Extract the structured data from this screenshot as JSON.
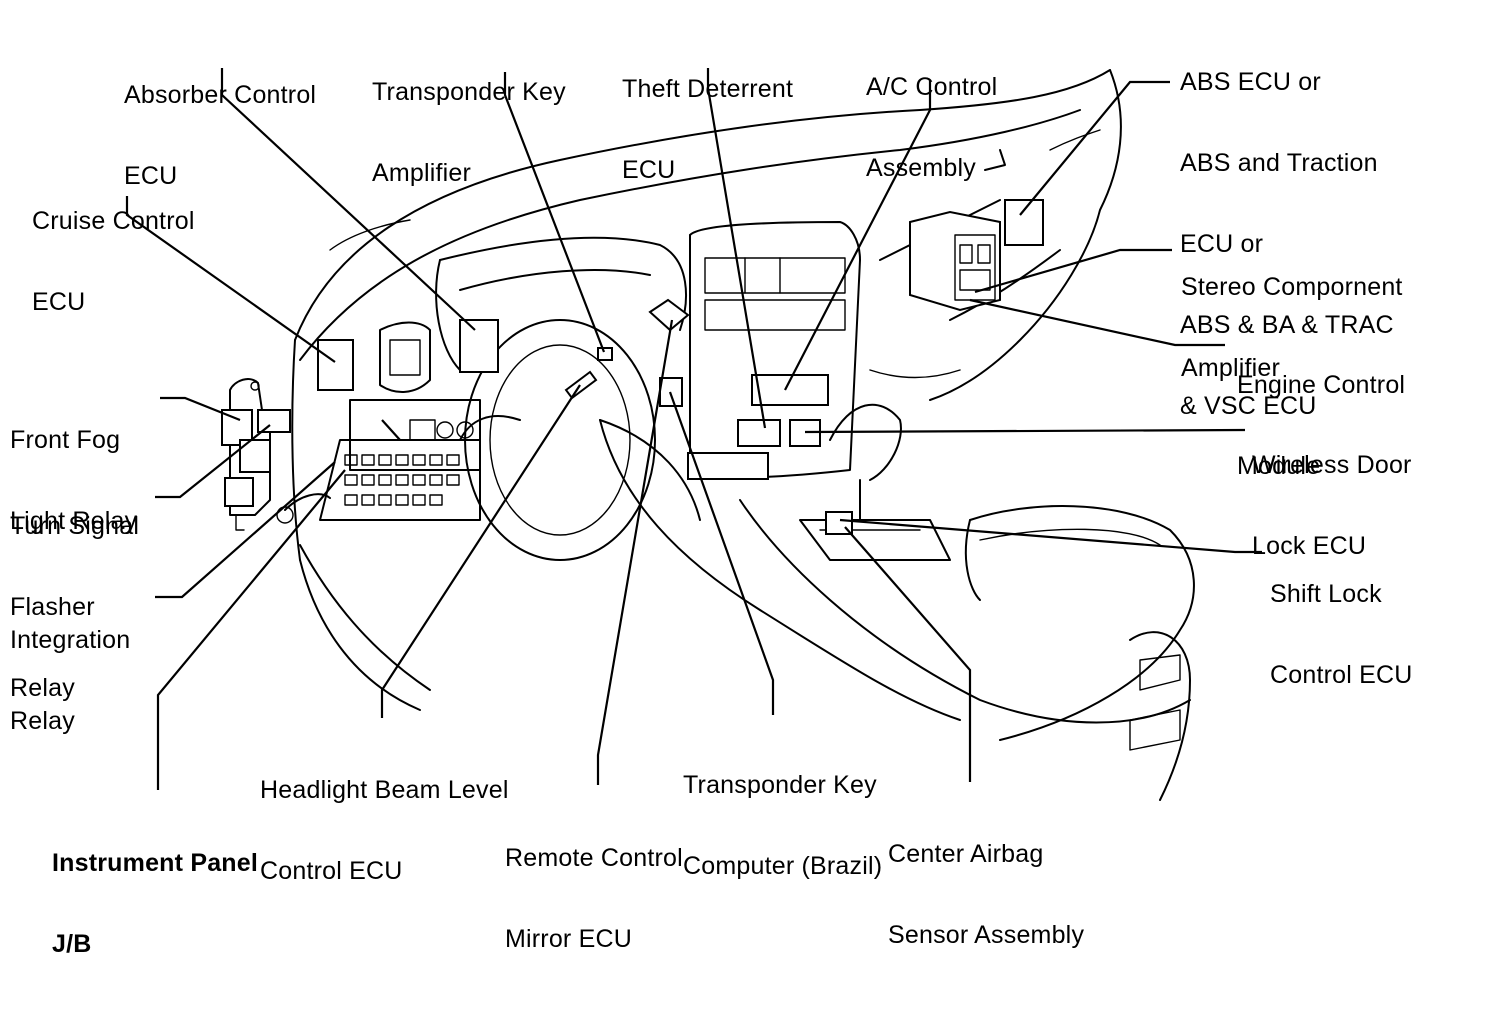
{
  "labels": {
    "absorber_control_ecu": [
      "Absorber Control",
      "ECU"
    ],
    "transponder_key_amplifier": [
      "Transponder Key",
      "Amplifier"
    ],
    "theft_deterrent_ecu": [
      "Theft Deterrent",
      "ECU"
    ],
    "ac_control_assembly": [
      "A/C Control",
      "Assembly"
    ],
    "abs_ecu": [
      "ABS ECU or",
      "ABS and Traction",
      "ECU or",
      "ABS & BA & TRAC",
      "& VSC ECU"
    ],
    "cruise_control_ecu": [
      "Cruise Control",
      "ECU"
    ],
    "stereo_component_amplifier": [
      "Stereo Compornent",
      "Amplifier"
    ],
    "engine_control_module": [
      "Engine Control",
      "Module"
    ],
    "front_fog_light_relay": [
      "Front Fog",
      "Light Relay"
    ],
    "wireless_door_lock_ecu": [
      "Wireless Door",
      "Lock ECU"
    ],
    "turn_signal_flasher_relay": [
      "Turn Signal",
      "Flasher",
      "Relay"
    ],
    "shift_lock_control_ecu": [
      "Shift Lock",
      "Control ECU"
    ],
    "integration_relay": [
      "Integration",
      "Relay"
    ],
    "headlight_beam_level_control_ecu": [
      "Headlight Beam Level",
      "Control ECU"
    ],
    "transponder_key_computer_brazil": [
      "Transponder Key",
      "Computer (Brazil)"
    ],
    "instrument_panel_jb": [
      "Instrument Panel",
      "J/B"
    ],
    "remote_control_mirror_ecu": [
      "Remote Control",
      "Mirror ECU"
    ],
    "center_airbag_sensor_assembly": [
      "Center Airbag",
      "Sensor Assembly"
    ]
  },
  "colors": {
    "ink": "#000000",
    "paper": "#ffffff"
  }
}
